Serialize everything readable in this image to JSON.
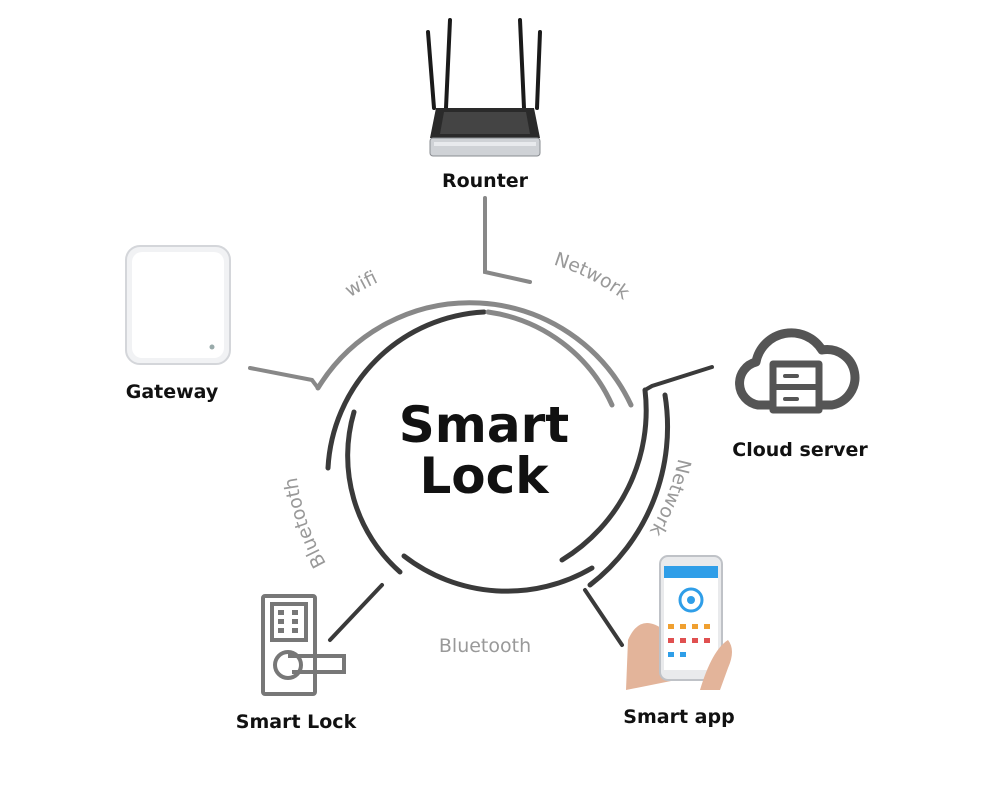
{
  "center": {
    "title_line1": "Smart",
    "title_line2": "Lock"
  },
  "nodes": [
    {
      "id": "router",
      "label": "Rounter",
      "icon": "router-icon"
    },
    {
      "id": "gateway",
      "label": "Gateway",
      "icon": "gateway-icon"
    },
    {
      "id": "cloud",
      "label": "Cloud server",
      "icon": "cloud-server-icon"
    },
    {
      "id": "lock",
      "label": "Smart Lock",
      "icon": "door-lock-icon"
    },
    {
      "id": "app",
      "label": "Smart app",
      "icon": "smartphone-app-icon"
    }
  ],
  "links": [
    {
      "from": "gateway",
      "to": "router",
      "label": "wifi"
    },
    {
      "from": "router",
      "to": "cloud",
      "label": "Network"
    },
    {
      "from": "cloud",
      "to": "app",
      "label": "Network"
    },
    {
      "from": "lock",
      "to": "app",
      "label": "Bluetooth"
    },
    {
      "from": "lock",
      "to": "gateway",
      "label": "Bluetooth"
    }
  ],
  "colors": {
    "ring_dark": "#3a3a3a",
    "ring_light": "#888888",
    "link_text": "#999999",
    "icon_blue": "#2f9ee8",
    "text": "#111111"
  }
}
